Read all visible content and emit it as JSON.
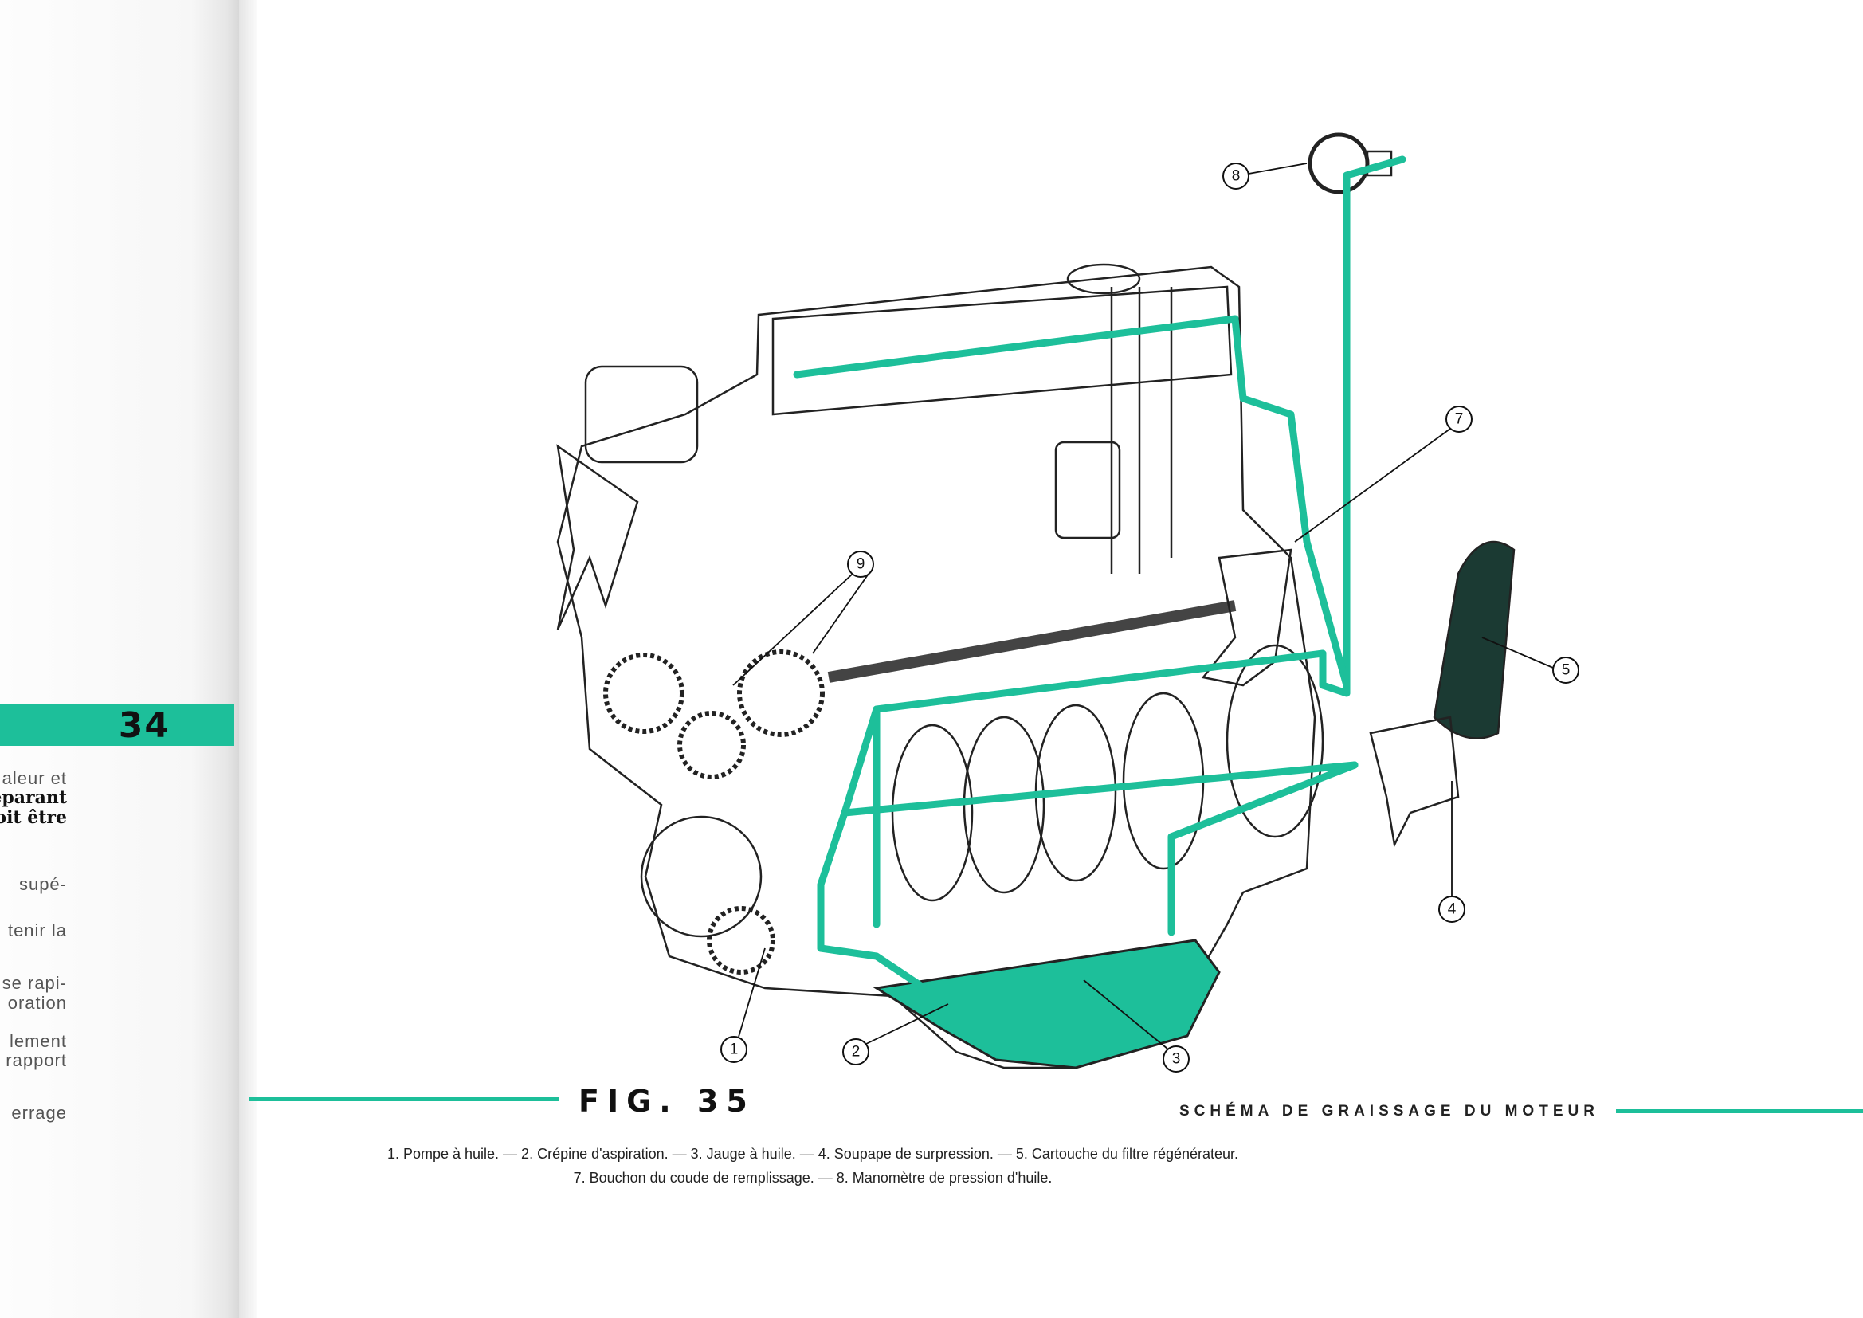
{
  "left_page": {
    "chapter_band": "34",
    "text_lines": [
      {
        "text": "aleur et",
        "bold": false
      },
      {
        "text": "éparant",
        "bold": true
      },
      {
        "text": "oit être",
        "bold": true
      },
      {
        "text": "supé-",
        "bold": false
      },
      {
        "text": "tenir la",
        "bold": false
      },
      {
        "text": "se rapi-",
        "bold": false
      },
      {
        "text": "oration",
        "bold": false
      },
      {
        "text": "lement",
        "bold": false
      },
      {
        "text": "rapport",
        "bold": false
      },
      {
        "text": "errage",
        "bold": false
      }
    ]
  },
  "figure": {
    "label": "FIG. 35",
    "title": "SCHÉMA DE GRAISSAGE DU MOTEUR",
    "caption_line1": "1. Pompe à huile. — 2. Crépine d'aspiration. — 3. Jauge à huile. — 4. Soupape de surpression. — 5. Cartouche du filtre régénérateur.",
    "caption_line2": "7. Bouchon du coude de remplissage. — 8. Manomètre de pression d'huile.",
    "callouts": [
      "1",
      "2",
      "3",
      "4",
      "5",
      "7",
      "8",
      "9"
    ],
    "accent_color": "#1dbf9a"
  }
}
